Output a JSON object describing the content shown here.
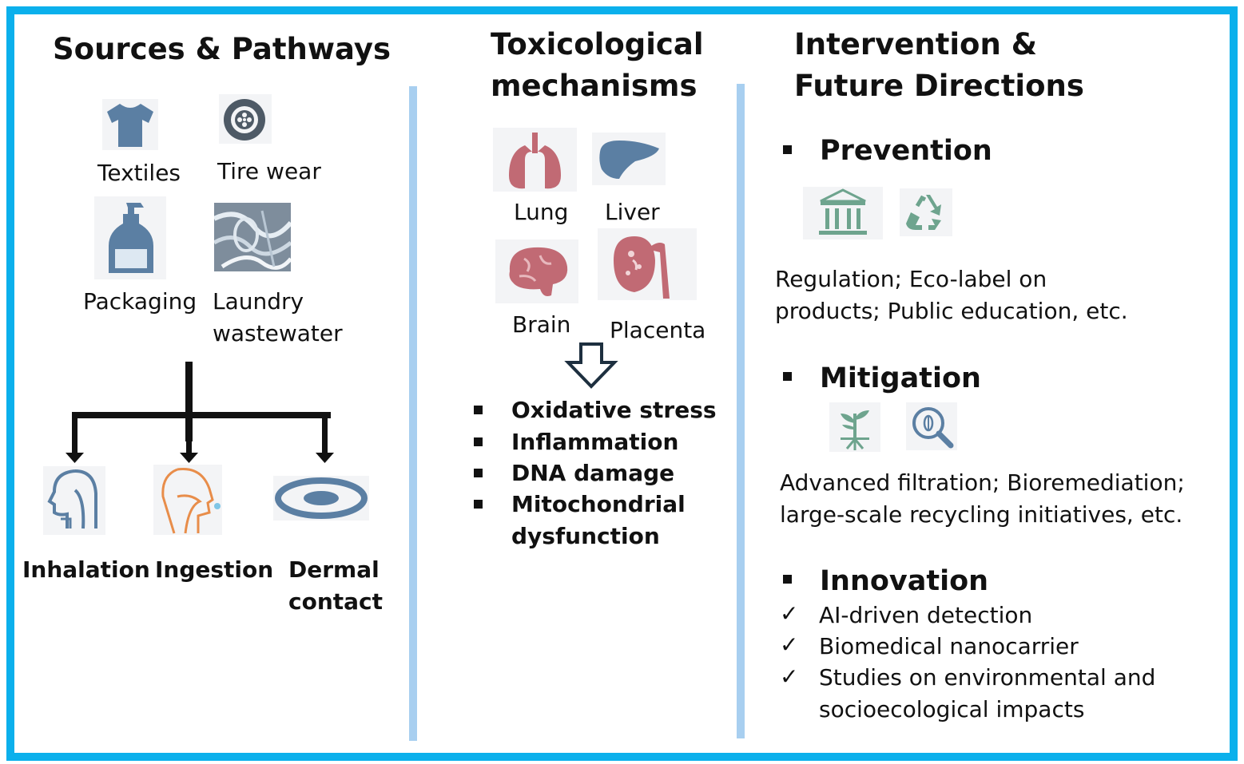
{
  "colors": {
    "border": "#0bb0ec",
    "divider": "#a8cff0",
    "icon_blue": "#5b7fa3",
    "organ_red": "#c16a74",
    "icon_green": "#6ea48e",
    "text": "#111111"
  },
  "sources": {
    "title": "Sources & Pathways",
    "items": [
      {
        "label": "Textiles",
        "icon": "tshirt-icon"
      },
      {
        "label": "Tire wear",
        "icon": "tire-icon"
      },
      {
        "label": "Packaging",
        "icon": "bottle-icon"
      },
      {
        "label_line1": "Laundry",
        "label_line2": "wastewater",
        "icon": "laundry-photo"
      }
    ],
    "pathways": [
      {
        "label": "Inhalation",
        "icon": "head-airway-icon"
      },
      {
        "label": "Ingestion",
        "icon": "head-digestive-icon"
      },
      {
        "label_line1": "Dermal",
        "label_line2": "contact",
        "icon": "skin-layer-icon"
      }
    ]
  },
  "mechanisms": {
    "title_line1": "Toxicological",
    "title_line2": "mechanisms",
    "organs": [
      {
        "label": "Lung",
        "icon": "lung-icon"
      },
      {
        "label": "Liver",
        "icon": "liver-icon"
      },
      {
        "label": "Brain",
        "icon": "brain-icon"
      },
      {
        "label": "Placenta",
        "icon": "placenta-icon"
      }
    ],
    "effects": [
      "Oxidative stress",
      "Inflammation",
      "DNA damage",
      "Mitochondrial"
    ],
    "effect_continuation": "dysfunction"
  },
  "future": {
    "title_line1": "Intervention &",
    "title_line2": "Future Directions",
    "prevention": {
      "heading": "Prevention",
      "icons": [
        "government-building-icon",
        "recycle-icon"
      ],
      "text_line1": "Regulation; Eco-label on",
      "text_line2": "products; Public education, etc."
    },
    "mitigation": {
      "heading": "Mitigation",
      "icons": [
        "plant-roots-icon",
        "microbe-magnifier-icon"
      ],
      "text_line1": "Advanced filtration; Bioremediation;",
      "text_line2": "large-scale recycling initiatives, etc."
    },
    "innovation": {
      "heading": "Innovation",
      "check": "✓",
      "items": [
        "AI-driven detection",
        "Biomedical nanocarrier",
        "Studies on environmental and"
      ],
      "item_continuation": "socioecological impacts"
    }
  }
}
